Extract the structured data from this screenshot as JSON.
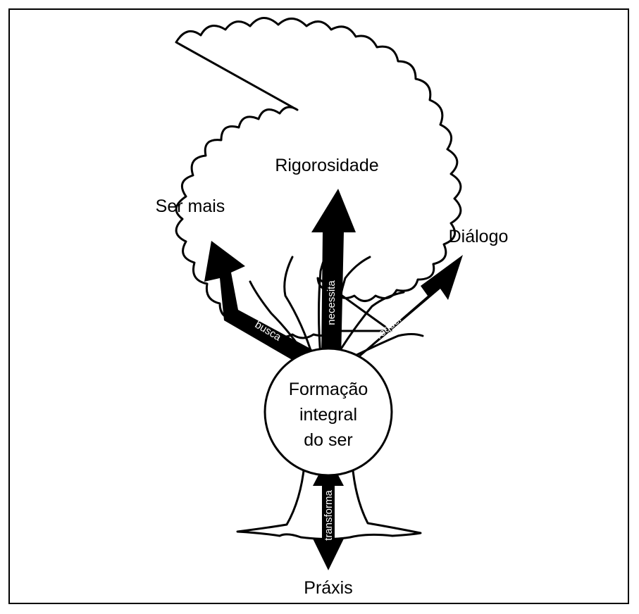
{
  "diagram": {
    "center": {
      "lines": [
        "Formação",
        "integral",
        "do ser"
      ]
    },
    "branches": [
      {
        "label": "Ser mais",
        "verb": "busca"
      },
      {
        "label": "Rigorosidade",
        "verb": "necessita"
      },
      {
        "label": "Diálogo",
        "verb": "requer"
      }
    ],
    "root": {
      "label": "Práxis",
      "verb": "transforma"
    }
  }
}
